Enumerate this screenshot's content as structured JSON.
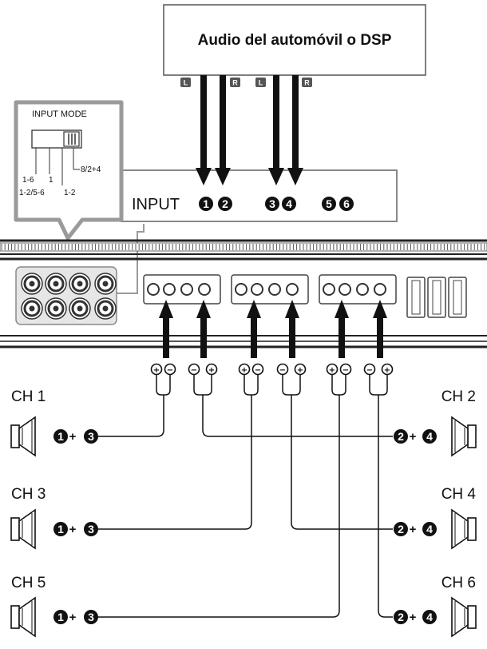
{
  "source_box": {
    "label": "Audio del automóvil o DSP"
  },
  "source_channels": [
    "L",
    "R",
    "L",
    "R"
  ],
  "input_mode": {
    "title": "INPUT MODE",
    "options": [
      "1-6",
      "1",
      "1-2/5-6",
      "1-2",
      "8/2+4"
    ]
  },
  "input_panel": {
    "label": "INPUT",
    "inputs": [
      "1",
      "2",
      "3",
      "4",
      "5",
      "6"
    ]
  },
  "terminal_polarity": {
    "plus": "+",
    "minus": "−"
  },
  "join_symbol": "+",
  "channels": [
    {
      "label": "CH 1",
      "side": "left",
      "combo": [
        "1",
        "3"
      ]
    },
    {
      "label": "CH 2",
      "side": "right",
      "combo": [
        "2",
        "4"
      ]
    },
    {
      "label": "CH 3",
      "side": "left",
      "combo": [
        "1",
        "3"
      ]
    },
    {
      "label": "CH 4",
      "side": "right",
      "combo": [
        "2",
        "4"
      ]
    },
    {
      "label": "CH 5",
      "side": "left",
      "combo": [
        "1",
        "3"
      ]
    },
    {
      "label": "CH 6",
      "side": "right",
      "combo": [
        "2",
        "4"
      ]
    }
  ]
}
